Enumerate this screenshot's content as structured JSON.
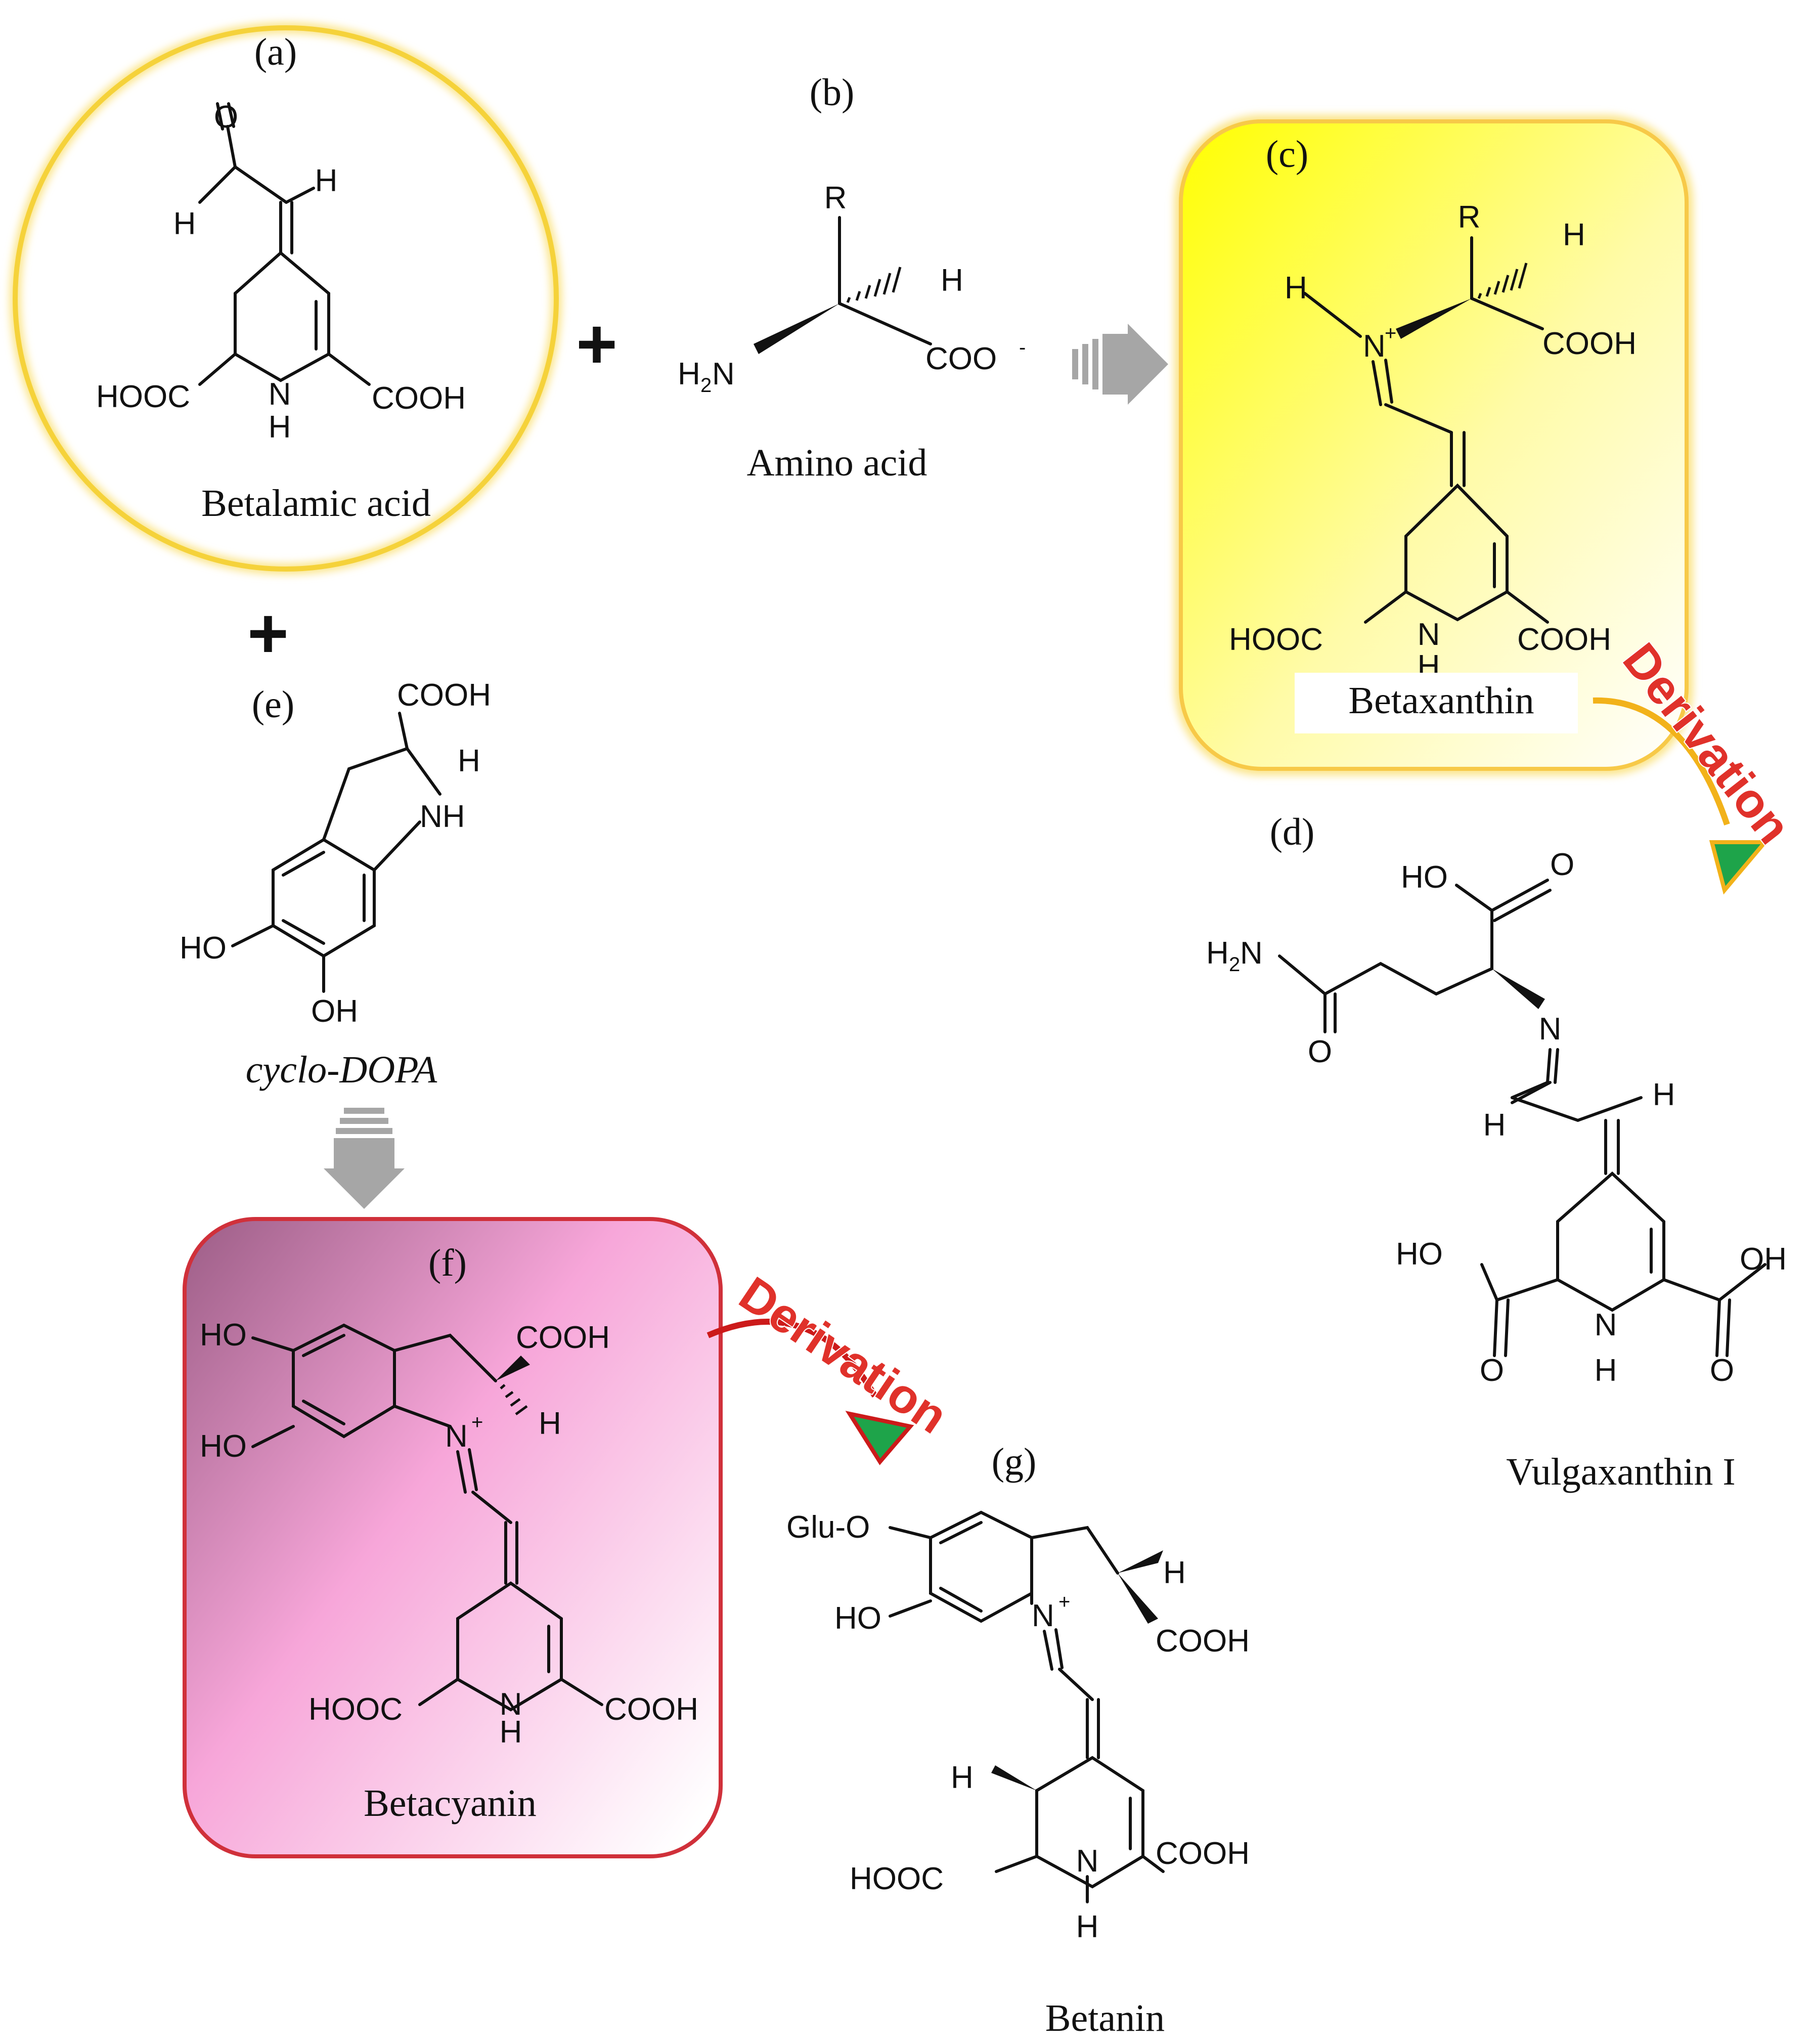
{
  "panels": {
    "a": {
      "tag": "(a)",
      "caption": "Betalamic acid"
    },
    "b": {
      "tag": "(b)",
      "caption": "Amino acid"
    },
    "c": {
      "tag": "(c)",
      "caption": "Betaxanthin"
    },
    "d": {
      "tag": "(d)",
      "caption": "Vulgaxanthin I"
    },
    "e": {
      "tag": "(e)",
      "caption": "cyclo-DOPA"
    },
    "f": {
      "tag": "(f)",
      "caption": "Betacyanin"
    },
    "g": {
      "tag": "(g)",
      "caption": "Betanin"
    }
  },
  "operators": {
    "plus": "+"
  },
  "derivation_label": "Derivation",
  "atoms": {
    "O": "O",
    "H": "H",
    "R": "R",
    "N": "N",
    "NH": "NH",
    "COOH": "COOH",
    "HOOC": "HOOC",
    "HO": "HO",
    "OH": "OH",
    "COO": "COO",
    "minus": "-",
    "plus": "+",
    "H2N_H": "H",
    "H2N_2": "2",
    "H2N_N": "N",
    "GluO": "Glu-O"
  },
  "colors": {
    "betalamic_ring": "#f5d23a",
    "betaxanthin_fill": "#ffff00",
    "betaxanthin_border": "#f7c948",
    "betacyanin_fill": "#b06a9a",
    "betacyanin_pink": "#f7a6d9",
    "betacyanin_border": "#d0303a",
    "reaction_arrow": "#a6a6a6",
    "derivation_text": "#e0312a",
    "arc_yellow": "#f2b21a",
    "arc_red": "#cc1a1a",
    "arrowhead_green": "#1ea44a"
  },
  "icons": [
    "plus-sign",
    "block-arrow",
    "curved-arrow",
    "triangle-arrowhead"
  ]
}
